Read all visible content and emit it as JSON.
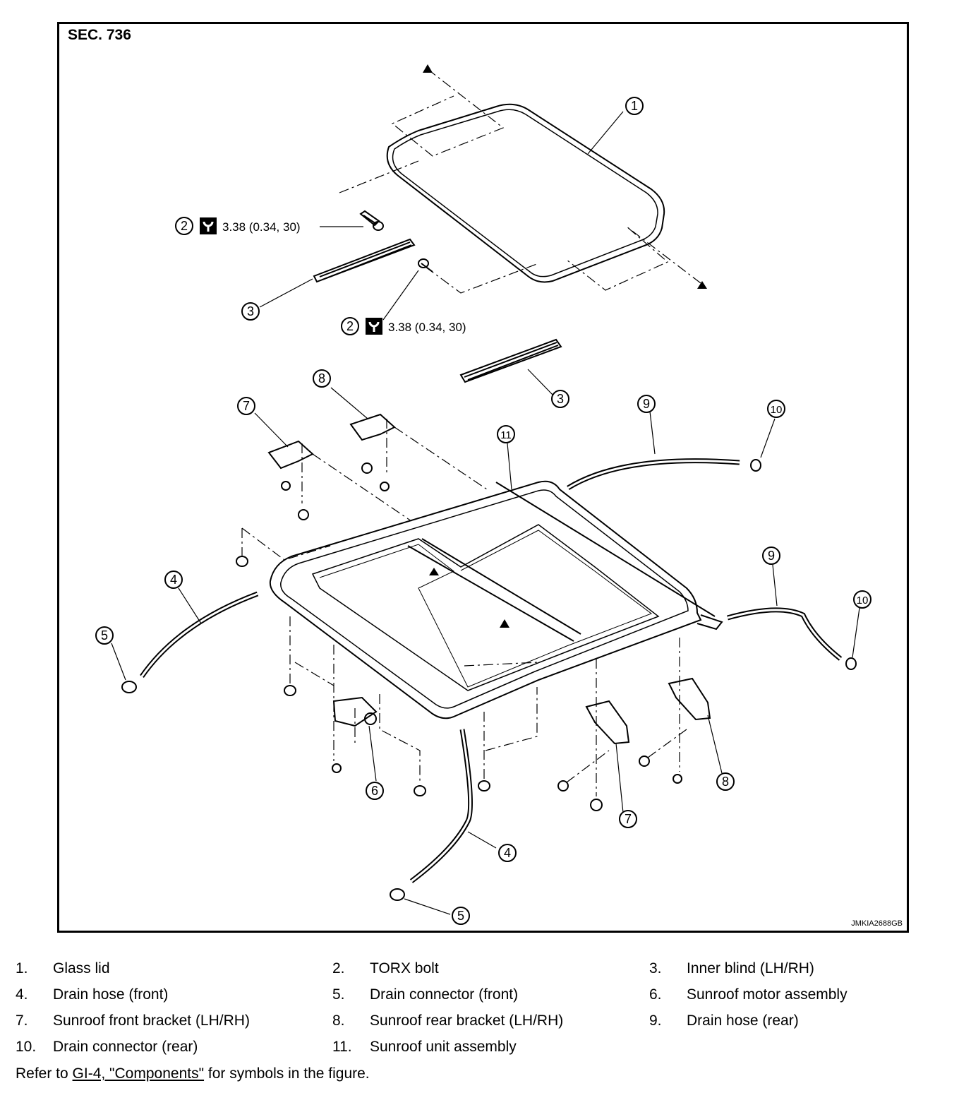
{
  "section_label": "SEC. 736",
  "image_code": "JMKIA2688GB",
  "torque_spec": "3.38 (0.34, 30)",
  "callouts": {
    "c1": "1",
    "c2": "2",
    "c3": "3",
    "c4": "4",
    "c5": "5",
    "c6": "6",
    "c7": "7",
    "c8": "8",
    "c9": "9",
    "c10": "10",
    "c11": "11"
  },
  "legend": [
    {
      "num": "1.",
      "text": "Glass lid"
    },
    {
      "num": "2.",
      "text": "TORX bolt"
    },
    {
      "num": "3.",
      "text": "Inner blind (LH/RH)"
    },
    {
      "num": "4.",
      "text": "Drain hose (front)"
    },
    {
      "num": "5.",
      "text": "Drain connector (front)"
    },
    {
      "num": "6.",
      "text": "Sunroof motor assembly"
    },
    {
      "num": "7.",
      "text": "Sunroof front bracket (LH/RH)"
    },
    {
      "num": "8.",
      "text": "Sunroof rear bracket (LH/RH)"
    },
    {
      "num": "9.",
      "text": "Drain hose (rear)"
    },
    {
      "num": "10.",
      "text": "Drain connector (rear)"
    },
    {
      "num": "11.",
      "text": "Sunroof unit assembly"
    }
  ],
  "footnote": {
    "prefix": "Refer to ",
    "link": "GI-4, \"Components\"",
    "suffix": " for symbols in the figure."
  },
  "icons": [
    "torque-wrench-icon",
    "arrow-marker-icon"
  ]
}
